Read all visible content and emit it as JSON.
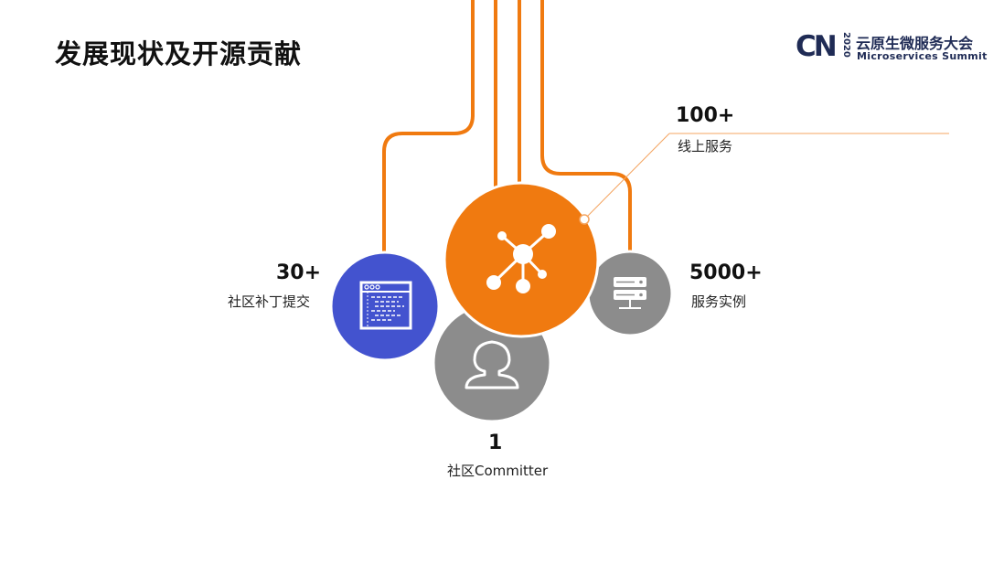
{
  "title": "发展现状及开源贡献",
  "logo": {
    "mark": "CN",
    "year": "2020",
    "name_cn": "云原生微服务大会",
    "name_en": "Microservices  Summit"
  },
  "colors": {
    "orange": "#f07a10",
    "blue": "#4353cf",
    "gray": "#8c8c8c"
  },
  "stats": {
    "online_services": {
      "value": "100+",
      "label": "线上服务",
      "icon": "network-icon"
    },
    "patches": {
      "value": "30+",
      "label": "社区补丁提交",
      "icon": "code-window-icon"
    },
    "instances": {
      "value": "5000+",
      "label": "服务实例",
      "icon": "server-icon"
    },
    "committer": {
      "value": "1",
      "label": "社区Committer",
      "icon": "user-icon"
    }
  }
}
